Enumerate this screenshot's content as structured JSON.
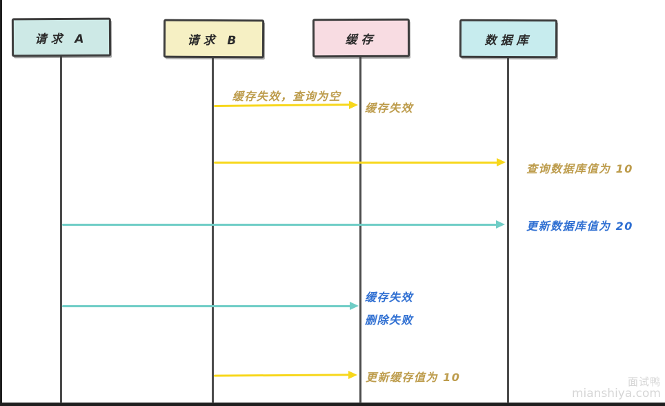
{
  "diagram": {
    "type": "sequence-diagram",
    "actors": [
      {
        "id": "request-a",
        "label": "请求 A"
      },
      {
        "id": "request-b",
        "label": "请求 B"
      },
      {
        "id": "cache",
        "label": "缓存"
      },
      {
        "id": "database",
        "label": "数据库"
      }
    ],
    "messages": [
      {
        "from": "request-b",
        "to": "cache",
        "arrow_color": "yellow",
        "label_above": "缓存失效，查询为空",
        "label_right": "缓存失效"
      },
      {
        "from": "request-b",
        "to": "database",
        "arrow_color": "yellow",
        "label_right": "查询数据库值为 10"
      },
      {
        "from": "request-a",
        "to": "database",
        "arrow_color": "teal",
        "label_right": "更新数据库值为 20"
      },
      {
        "from": "request-a",
        "to": "cache",
        "arrow_color": "teal",
        "label_right": "缓存失效",
        "label_right2": "删除失败"
      },
      {
        "from": "request-b",
        "to": "cache",
        "arrow_color": "yellow",
        "label_right": "更新缓存值为 10"
      }
    ]
  },
  "watermark": {
    "line1": "面试鸭",
    "line2": "mianshiya.com"
  },
  "colors": {
    "arrow_yellow": "#f7d71b",
    "arrow_teal": "#6fcdc6",
    "label_gold": "#bd9c4c",
    "label_blue": "#2f6fd2",
    "box_request_a": "#cde9e6",
    "box_request_b": "#f6f0c4",
    "box_cache": "#f8dce2",
    "box_database": "#c7ecee",
    "box_border": "#3d3d3d",
    "lifeline": "#4c4c4c",
    "frame_dark": "#1f1f1f",
    "watermark": "#d6d6d6"
  }
}
